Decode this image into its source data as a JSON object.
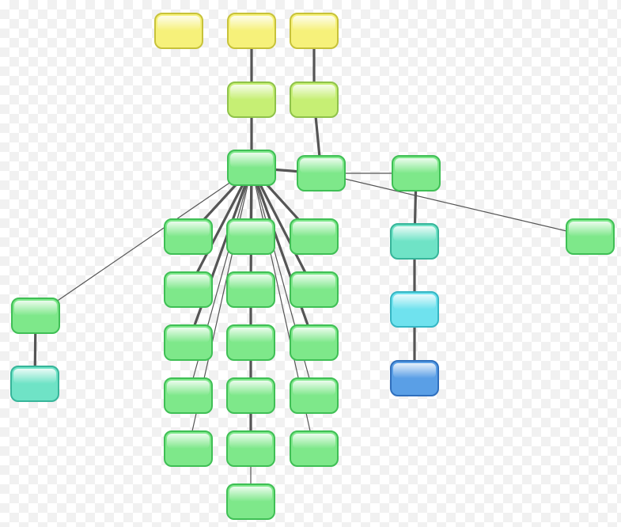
{
  "diagram": {
    "type": "network-graph",
    "background": "transparent-checkerboard",
    "node_colors": {
      "yellow": "#f6f17a",
      "lime": "#c6ef74",
      "green": "#7ee88a",
      "teal": "#6fe3c6",
      "cyan": "#6fe2ee",
      "blue": "#5a9fe6"
    },
    "nodes": [
      {
        "id": "y1",
        "color": "yellow",
        "label": ""
      },
      {
        "id": "y2",
        "color": "yellow",
        "label": ""
      },
      {
        "id": "y3",
        "color": "yellow",
        "label": ""
      },
      {
        "id": "l1",
        "color": "lime",
        "label": ""
      },
      {
        "id": "l2",
        "color": "lime",
        "label": ""
      },
      {
        "id": "hub",
        "color": "green",
        "label": ""
      },
      {
        "id": "hub2",
        "color": "green",
        "label": ""
      },
      {
        "id": "r1",
        "color": "green",
        "label": ""
      },
      {
        "id": "far",
        "color": "green",
        "label": ""
      },
      {
        "id": "rt",
        "color": "teal",
        "label": ""
      },
      {
        "id": "rc",
        "color": "cyan",
        "label": ""
      },
      {
        "id": "rb",
        "color": "blue",
        "label": ""
      },
      {
        "id": "left1",
        "color": "green",
        "label": ""
      },
      {
        "id": "left2",
        "color": "teal",
        "label": ""
      },
      {
        "id": "a1",
        "color": "green",
        "label": ""
      },
      {
        "id": "a2",
        "color": "green",
        "label": ""
      },
      {
        "id": "a3",
        "color": "green",
        "label": ""
      },
      {
        "id": "a4",
        "color": "green",
        "label": ""
      },
      {
        "id": "a5",
        "color": "green",
        "label": ""
      },
      {
        "id": "b1",
        "color": "green",
        "label": ""
      },
      {
        "id": "b2",
        "color": "green",
        "label": ""
      },
      {
        "id": "b3",
        "color": "green",
        "label": ""
      },
      {
        "id": "b4",
        "color": "green",
        "label": ""
      },
      {
        "id": "b5",
        "color": "green",
        "label": ""
      },
      {
        "id": "b6",
        "color": "green",
        "label": ""
      },
      {
        "id": "c1",
        "color": "green",
        "label": ""
      },
      {
        "id": "c2",
        "color": "green",
        "label": ""
      },
      {
        "id": "c3",
        "color": "green",
        "label": ""
      },
      {
        "id": "c4",
        "color": "green",
        "label": ""
      },
      {
        "id": "c5",
        "color": "green",
        "label": ""
      }
    ],
    "edges": [
      {
        "from": "y2",
        "to": "l1",
        "weight": "thick"
      },
      {
        "from": "y3",
        "to": "l2",
        "weight": "thick"
      },
      {
        "from": "l1",
        "to": "hub",
        "weight": "thick"
      },
      {
        "from": "l2",
        "to": "hub2",
        "weight": "thick"
      },
      {
        "from": "hub",
        "to": "hub2",
        "weight": "thick"
      },
      {
        "from": "hub2",
        "to": "r1",
        "weight": "thin"
      },
      {
        "from": "hub2",
        "to": "far",
        "weight": "thin"
      },
      {
        "from": "r1",
        "to": "rt",
        "weight": "thick"
      },
      {
        "from": "rt",
        "to": "rc",
        "weight": "thick"
      },
      {
        "from": "rc",
        "to": "rb",
        "weight": "thick"
      },
      {
        "from": "hub",
        "to": "left1",
        "weight": "thin"
      },
      {
        "from": "left1",
        "to": "left2",
        "weight": "thick"
      },
      {
        "from": "hub",
        "to": "a1",
        "weight": "thick"
      },
      {
        "from": "hub",
        "to": "a2",
        "weight": "thick"
      },
      {
        "from": "hub",
        "to": "a3",
        "weight": "thick"
      },
      {
        "from": "hub",
        "to": "a4",
        "weight": "thin"
      },
      {
        "from": "hub",
        "to": "a5",
        "weight": "thin"
      },
      {
        "from": "hub",
        "to": "b1",
        "weight": "thick"
      },
      {
        "from": "hub",
        "to": "b2",
        "weight": "thick"
      },
      {
        "from": "b2",
        "to": "b3",
        "weight": "thick"
      },
      {
        "from": "b3",
        "to": "b4",
        "weight": "thick"
      },
      {
        "from": "b4",
        "to": "b5",
        "weight": "thick"
      },
      {
        "from": "b5",
        "to": "b6",
        "weight": "thin"
      },
      {
        "from": "hub",
        "to": "c1",
        "weight": "thick"
      },
      {
        "from": "hub",
        "to": "c2",
        "weight": "thick"
      },
      {
        "from": "hub",
        "to": "c3",
        "weight": "thick"
      },
      {
        "from": "hub",
        "to": "c4",
        "weight": "thin"
      },
      {
        "from": "hub",
        "to": "c5",
        "weight": "thin"
      }
    ]
  }
}
